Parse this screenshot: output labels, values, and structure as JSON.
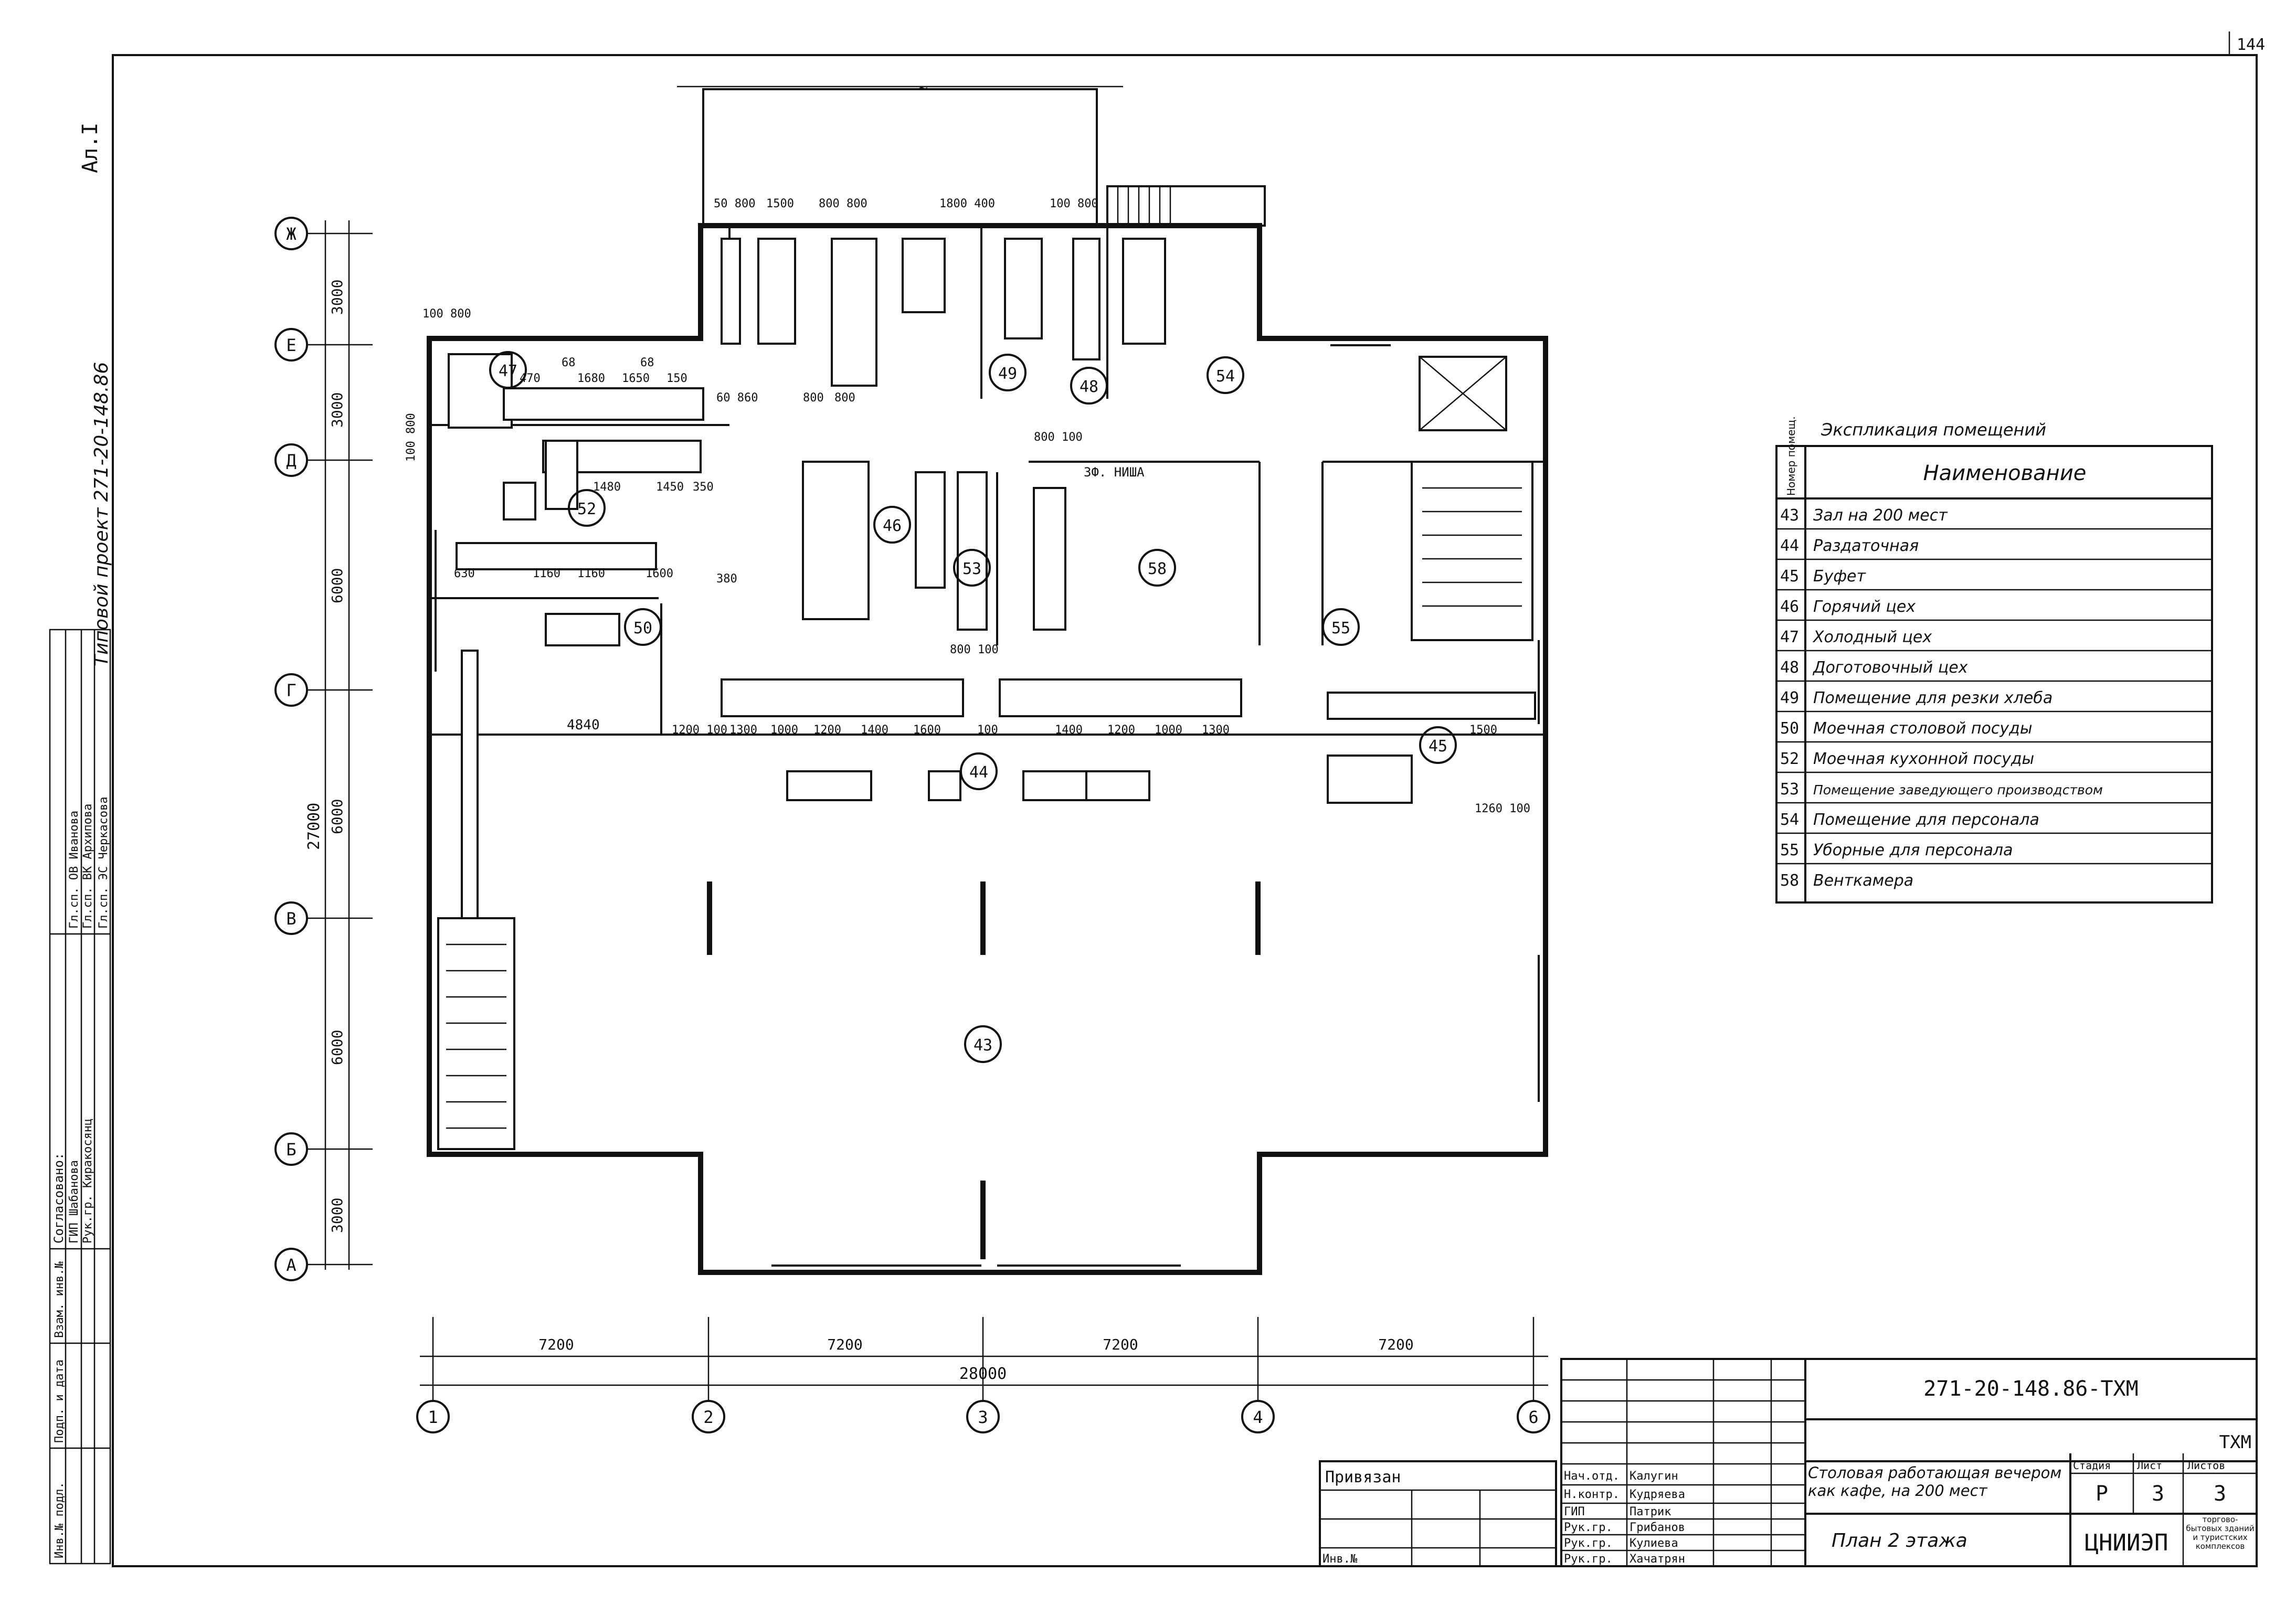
{
  "sheet": {
    "page_number": "144",
    "album_mark": "Ал.I",
    "project_side": "Типовой проект 271-20-148.86"
  },
  "approval_stamp": {
    "heading": "Согласовано:",
    "rows": [
      "ГИП  Шабанова",
      "Рук.гр. Киракосянц",
      "Гл.сп. ОВ  Иванова",
      "Гл.сп. ВК  Архипова",
      "Гл.сп. ЭС  Черкасова"
    ],
    "bottom": [
      "Инв.№ подл.",
      "Подп. и дата",
      "Взам. инв.№"
    ]
  },
  "grid": {
    "rows": [
      "Ж",
      "Е",
      "Д",
      "Г",
      "В",
      "Б",
      "А"
    ],
    "row_dims": [
      "3000",
      "3000",
      "6000",
      "6000",
      "6000",
      "3000"
    ],
    "total_vertical": "27000",
    "cols": [
      "1",
      "2",
      "3",
      "4",
      "6"
    ],
    "col_dims": [
      "7200",
      "7200",
      "7200",
      "7200"
    ],
    "total_horizontal": "28000"
  },
  "room_tags": [
    "43",
    "44",
    "45",
    "46",
    "47",
    "48",
    "49",
    "50",
    "52",
    "53",
    "54",
    "55",
    "58"
  ],
  "dims": {
    "top": [
      "50 800",
      "1500",
      "800 800",
      "1800 400",
      "100 800"
    ],
    "left": [
      "100 800",
      "100 800"
    ],
    "mid": [
      "4840",
      "1200 100",
      "1300",
      "1000",
      "1200",
      "1400",
      "1600",
      "100",
      "1400",
      "1200",
      "1000",
      "1300",
      "1500",
      "1260 100",
      "800 100",
      "800 100",
      "3Ф. НИША"
    ],
    "row47": [
      "470",
      "1680",
      "1650",
      "150",
      "68",
      "68",
      "60 860",
      "800",
      "800"
    ],
    "row52": [
      "1480",
      "1450",
      "350",
      "630",
      "1160",
      "1160",
      "1600",
      "380"
    ]
  },
  "explication": {
    "title": "Экспликация помещений",
    "col_num": "Номер помещ.",
    "col_name": "Наименование",
    "rows": [
      {
        "num": "43",
        "name": "Зал на 200 мест"
      },
      {
        "num": "44",
        "name": "Раздаточная"
      },
      {
        "num": "45",
        "name": "Буфет"
      },
      {
        "num": "46",
        "name": "Горячий цех"
      },
      {
        "num": "47",
        "name": "Холодный цех"
      },
      {
        "num": "48",
        "name": "Доготовочный цех"
      },
      {
        "num": "49",
        "name": "Помещение для резки хлеба"
      },
      {
        "num": "50",
        "name": "Моечная столовой посуды"
      },
      {
        "num": "52",
        "name": "Моечная кухонной посуды"
      },
      {
        "num": "53",
        "name": "Помещение заведующего производством"
      },
      {
        "num": "54",
        "name": "Помещение для персонала"
      },
      {
        "num": "55",
        "name": "Уборные для персонала"
      },
      {
        "num": "58",
        "name": "Венткамера"
      }
    ]
  },
  "title_block": {
    "privyazan": "Привязан",
    "inv_no": "Инв.№",
    "code": "271-20-148.86-ТХМ",
    "mark": "ТХМ",
    "signatures": [
      {
        "role": "Нач.отд.",
        "name": "Калугин"
      },
      {
        "role": "Н.контр.",
        "name": "Кудряева"
      },
      {
        "role": "ГИП",
        "name": "Патрик"
      },
      {
        "role": "Рук.гр.",
        "name": "Грибанов"
      },
      {
        "role": "Рук.гр.",
        "name": "Кулиева"
      },
      {
        "role": "Рук.гр.",
        "name": "Хачатрян"
      }
    ],
    "object": "Столовая работающая вечером как кафе, на 200 мест",
    "sheet_title": "План 2 этажа",
    "stage_label": "Стадия",
    "sheet_label": "Лист",
    "sheets_label": "Листов",
    "stage": "Р",
    "sheet": "3",
    "sheets": "3",
    "org": "ЦНИИЭП",
    "org_sub": "торгово-бытовых зданий и туристских комплексов"
  }
}
